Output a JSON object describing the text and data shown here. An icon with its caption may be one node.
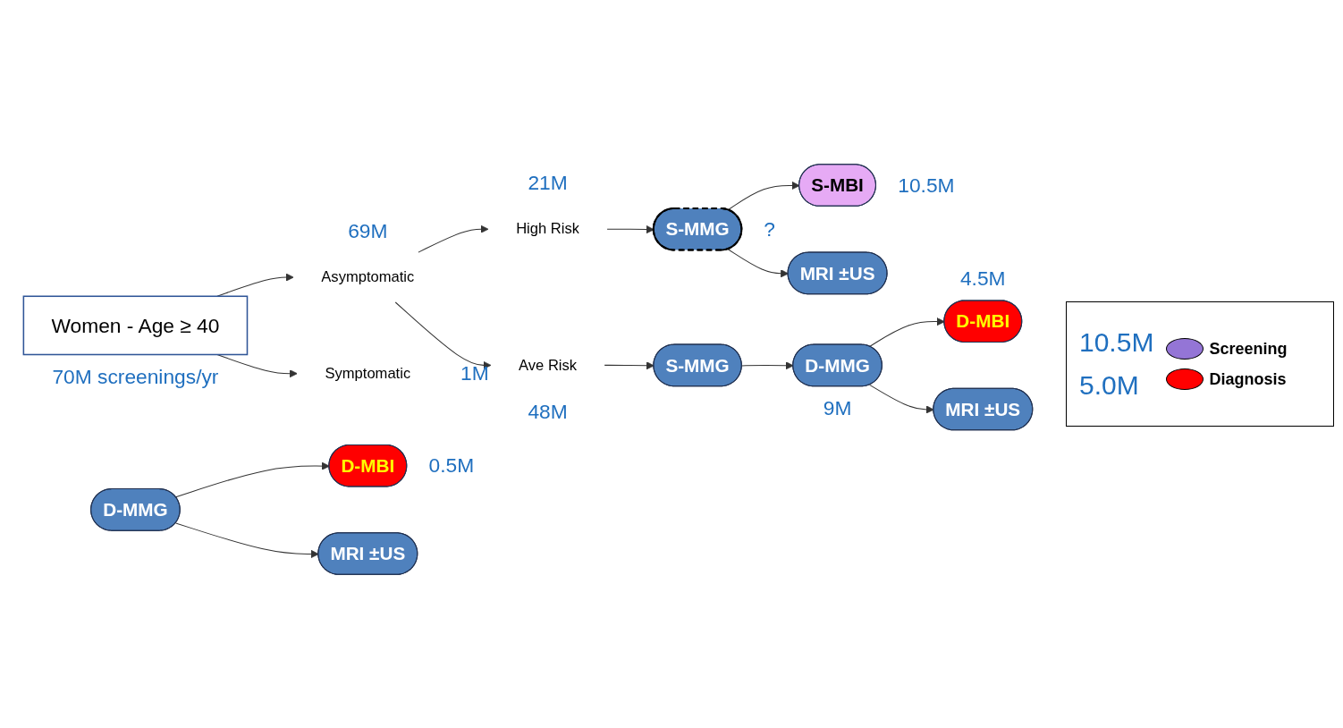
{
  "diagram": {
    "nodes": [
      {
        "text": [
          "Women -  Age ≥ 40"
        ],
        "beside": [
          "70M screenings/yr"
        ]
      },
      {
        "text": [
          "Asymptomatic"
        ],
        "beside": [
          "69M"
        ]
      },
      {
        "text": [
          "High Risk"
        ],
        "beside": [
          "21M"
        ]
      },
      {
        "text": [
          "S-MMG"
        ],
        "beside": [
          "?"
        ]
      },
      {
        "text": [
          "S-MBI"
        ],
        "beside": [
          "10.5M"
        ]
      },
      {
        "text": [
          "MRI ±US"
        ]
      },
      {
        "text": [
          "Ave Risk"
        ],
        "beside": [
          "48M"
        ]
      },
      {
        "text": [
          "S-MMG"
        ]
      },
      {
        "text": [
          "D-MMG"
        ],
        "beside": [
          "9M"
        ]
      },
      {
        "text": [
          "D-MBI"
        ],
        "beside": [
          "4.5M"
        ]
      },
      {
        "text": [
          "MRI ±US"
        ]
      },
      {
        "text": [
          "Symptomatic"
        ],
        "beside": [
          "1M"
        ]
      },
      {
        "text": [
          "D-MMG"
        ]
      },
      {
        "text": [
          "D-MBI"
        ],
        "beside": [
          "0.5M"
        ]
      },
      {
        "text": [
          "MRI ±US"
        ]
      }
    ],
    "edges": [
      {
        "from": 0,
        "to": 1,
        "arrow": "to"
      },
      {
        "from": 0,
        "to": 11,
        "arrow": "to"
      },
      {
        "from": 1,
        "to": 2,
        "arrow": "to"
      },
      {
        "from": 1,
        "to": 6,
        "arrow": "to"
      },
      {
        "from": 2,
        "to": 3,
        "arrow": "to"
      },
      {
        "from": 3,
        "to": 4,
        "arrow": "to"
      },
      {
        "from": 3,
        "to": 5,
        "arrow": "to"
      },
      {
        "from": 6,
        "to": 7,
        "arrow": "to"
      },
      {
        "from": 7,
        "to": 8,
        "arrow": "to"
      },
      {
        "from": 8,
        "to": 9,
        "arrow": "to"
      },
      {
        "from": 8,
        "to": 10,
        "arrow": "to"
      },
      {
        "from": 12,
        "to": 13,
        "arrow": "to"
      },
      {
        "from": 12,
        "to": 14,
        "arrow": "to"
      }
    ],
    "labels": [
      "10.5M",
      "5.0M"
    ],
    "legend": [
      {
        "text": "Screening",
        "color": "#9475d6"
      },
      {
        "text": "Diagnosis",
        "color": "#ff0000"
      }
    ]
  }
}
